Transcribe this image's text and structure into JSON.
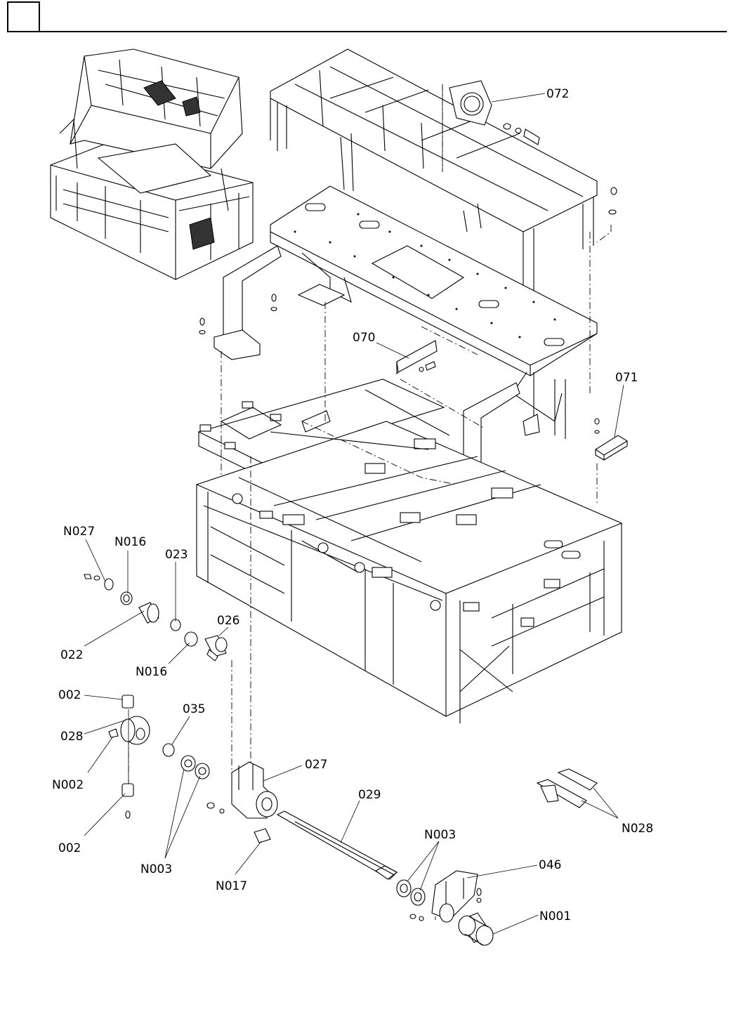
{
  "header": {
    "box_label": ""
  },
  "labels": {
    "l072": "072",
    "l070": "070",
    "l071": "071",
    "lN027": "N027",
    "lN016a": "N016",
    "l023": "023",
    "l026": "026",
    "l022": "022",
    "lN016b": "N016",
    "l002a": "002",
    "l035": "035",
    "l028": "028",
    "lN002": "N002",
    "l027": "027",
    "l029": "029",
    "l002b": "002",
    "lN003a": "N003",
    "lN003b": "N003",
    "lN017": "N017",
    "l046": "046",
    "lN001": "N001",
    "lN028": "N028"
  }
}
